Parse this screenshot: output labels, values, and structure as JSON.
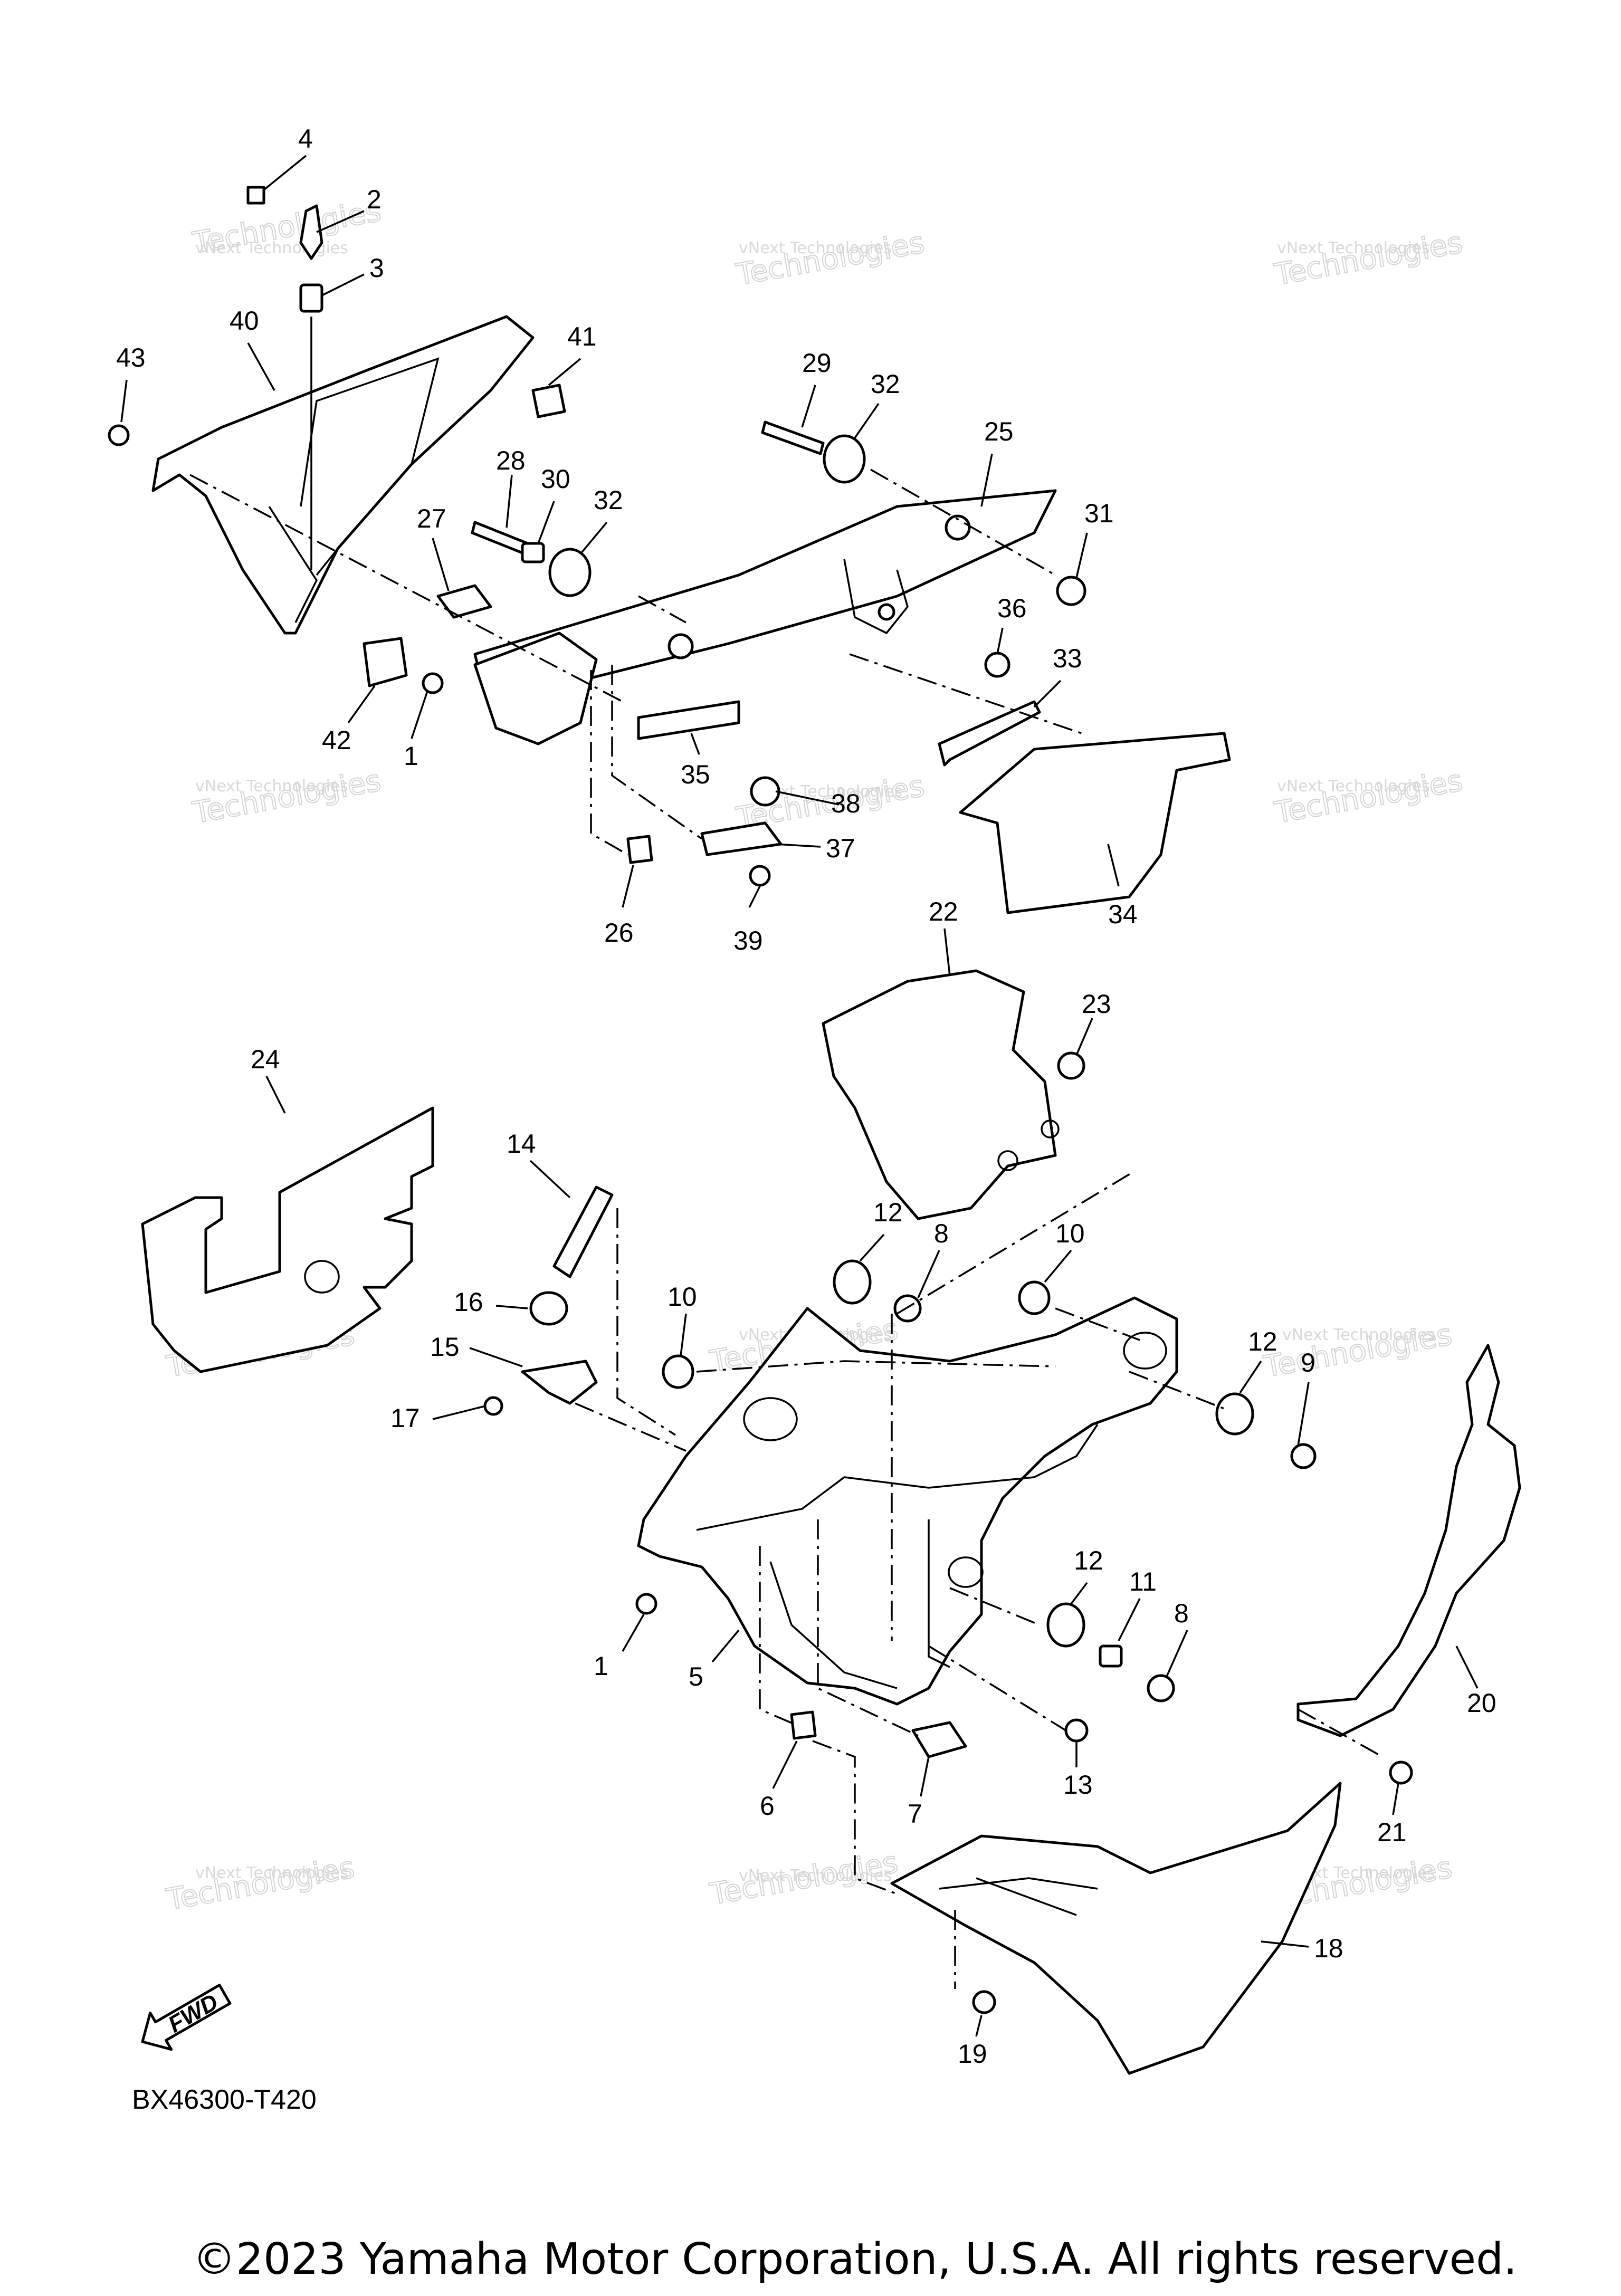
{
  "callouts": [
    "1",
    "1",
    "2",
    "3",
    "4",
    "5",
    "6",
    "7",
    "8",
    "8",
    "9",
    "10",
    "10",
    "11",
    "12",
    "12",
    "12",
    "13",
    "14",
    "15",
    "16",
    "17",
    "18",
    "19",
    "20",
    "21",
    "22",
    "23",
    "24",
    "25",
    "26",
    "27",
    "28",
    "29",
    "30",
    "31",
    "32",
    "32",
    "33",
    "34",
    "35",
    "36",
    "37",
    "38",
    "39",
    "40",
    "41",
    "42",
    "43"
  ],
  "watermark": {
    "line1": "vNext Technologies",
    "line2": "Technologies"
  },
  "fwd_label": "FWD",
  "diagram_code": "BX46300-T420",
  "copyright": "©2023 Yamaha Motor Corporation, U.S.A. All rights reserved."
}
